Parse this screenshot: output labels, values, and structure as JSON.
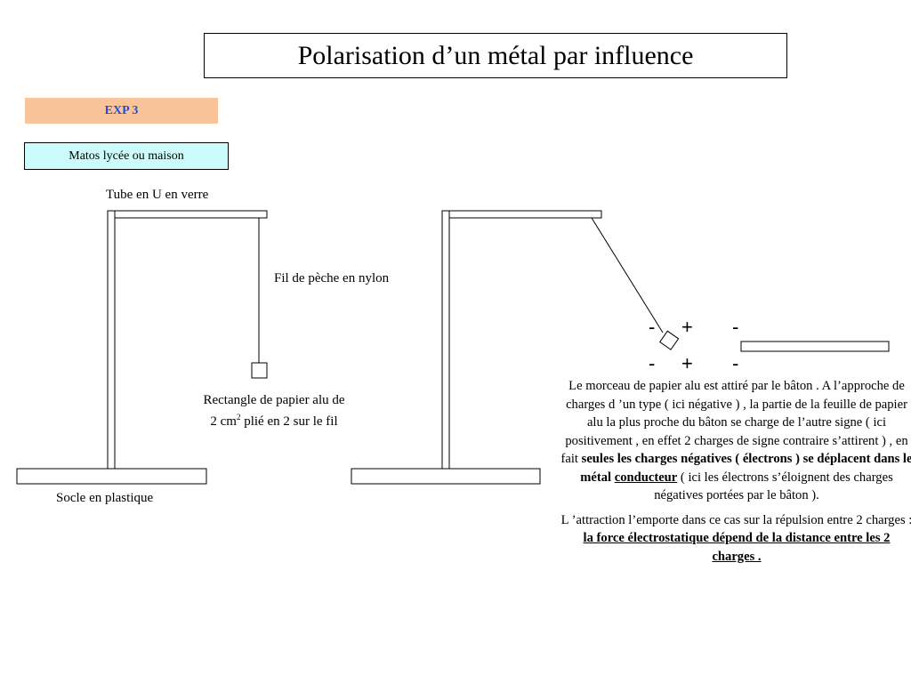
{
  "title": "Polarisation d’un métal par influence",
  "exp_label": "EXP 3",
  "matos_label": "Matos lycée ou  maison",
  "labels": {
    "tube": "Tube en U en verre",
    "fil": "Fil de pèche en nylon",
    "rect_pre": "Rectangle de papier alu de 2 cm",
    "rect_sup": "2",
    "rect_post": " plié en 2 sur le fil",
    "socle": "Socle en plastique"
  },
  "charges": {
    "row1": [
      "-",
      "+",
      "-"
    ],
    "row2": [
      "-",
      "+",
      "-"
    ]
  },
  "explanation": {
    "p1_a": "Le morceau de papier alu est attiré par le bâton . A l’approche de charges d ’un type ( ici négative ) , la partie de la feuille de papier alu la plus proche du bâton se charge de l’autre signe    ( ici positivement , en effet 2 charges de signe contraire s’attirent ) , en fait ",
    "p1_b": "seules les charges négatives ( électrons ) se déplacent  dans le métal",
    "p1_c": " ",
    "p1_d": "conducteur",
    "p1_e": " ( ici les électrons s’éloignent des charges négatives portées par le bâton ).",
    "p2_a": "L ’attraction l’emporte dans ce cas sur la répulsion entre 2 charges : ",
    "p2_b": "la force électrostatique dépend de la distance entre les 2 charges ."
  }
}
